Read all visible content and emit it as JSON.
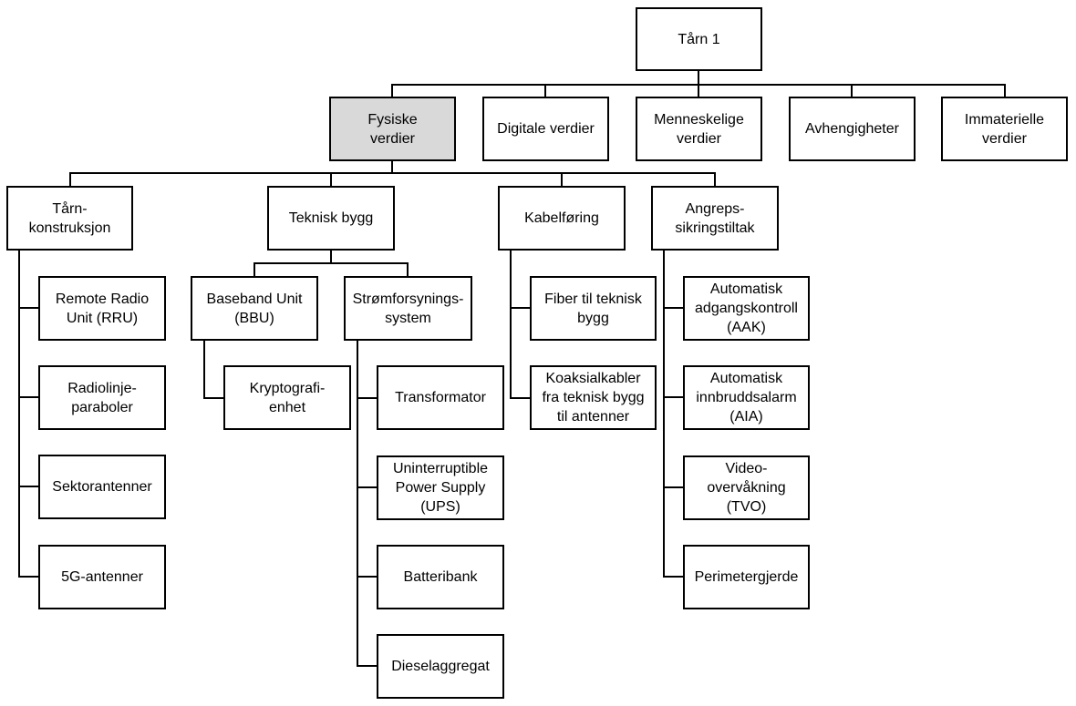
{
  "colors": {
    "highlight_fill": "#d9d9d9",
    "box_border": "#000000",
    "connector": "#000000"
  },
  "root": {
    "id": "taarn1",
    "label": "Tårn 1"
  },
  "categories": [
    {
      "id": "fysiske",
      "label": "Fysiske\nverdier",
      "highlighted": true
    },
    {
      "id": "digitale",
      "label": "Digitale verdier"
    },
    {
      "id": "menneskelige",
      "label": "Menneskelige\nverdier"
    },
    {
      "id": "avhengigheter",
      "label": "Avhengigheter"
    },
    {
      "id": "immaterielle",
      "label": "Immaterielle\nverdier"
    }
  ],
  "physical": [
    {
      "id": "taarnkonstruksjon",
      "label": "Tårn-\nkonstruksjon"
    },
    {
      "id": "teknisk-bygg",
      "label": "Teknisk bygg"
    },
    {
      "id": "kabelforing",
      "label": "Kabelføring"
    },
    {
      "id": "angrepssikring",
      "label": "Angreps-\nsikringstiltak"
    }
  ],
  "taarnkonstruksjon_items": [
    {
      "id": "rru",
      "label": "Remote Radio\nUnit (RRU)"
    },
    {
      "id": "radiolinje",
      "label": "Radiolinje-\nparaboler"
    },
    {
      "id": "sektorantenner",
      "label": "Sektorantenner"
    },
    {
      "id": "5g",
      "label": "5G-antenner"
    }
  ],
  "teknisk_bygg_children": [
    {
      "id": "bbu",
      "label": "Baseband Unit\n(BBU)"
    },
    {
      "id": "stromforsyning",
      "label": "Strømforsynings-\nsystem"
    }
  ],
  "bbu_items": [
    {
      "id": "kryptografi",
      "label": "Kryptografi-\nenhet"
    }
  ],
  "strom_items": [
    {
      "id": "transformator",
      "label": "Transformator"
    },
    {
      "id": "ups",
      "label": "Uninterruptible\nPower Supply\n(UPS)"
    },
    {
      "id": "batteribank",
      "label": "Batteribank"
    },
    {
      "id": "diesel",
      "label": "Dieselaggregat"
    }
  ],
  "kabel_items": [
    {
      "id": "fiber",
      "label": "Fiber til teknisk\nbygg"
    },
    {
      "id": "koaksial",
      "label": "Koaksialkabler\nfra teknisk bygg\ntil antenner"
    }
  ],
  "angreps_items": [
    {
      "id": "aak",
      "label": "Automatisk\nadgangskontroll\n(AAK)"
    },
    {
      "id": "aia",
      "label": "Automatisk\ninnbruddsalarm\n(AIA)"
    },
    {
      "id": "tvo",
      "label": "Video-\novervåkning\n(TVO)"
    },
    {
      "id": "perimeter",
      "label": "Perimetergjerde"
    }
  ]
}
